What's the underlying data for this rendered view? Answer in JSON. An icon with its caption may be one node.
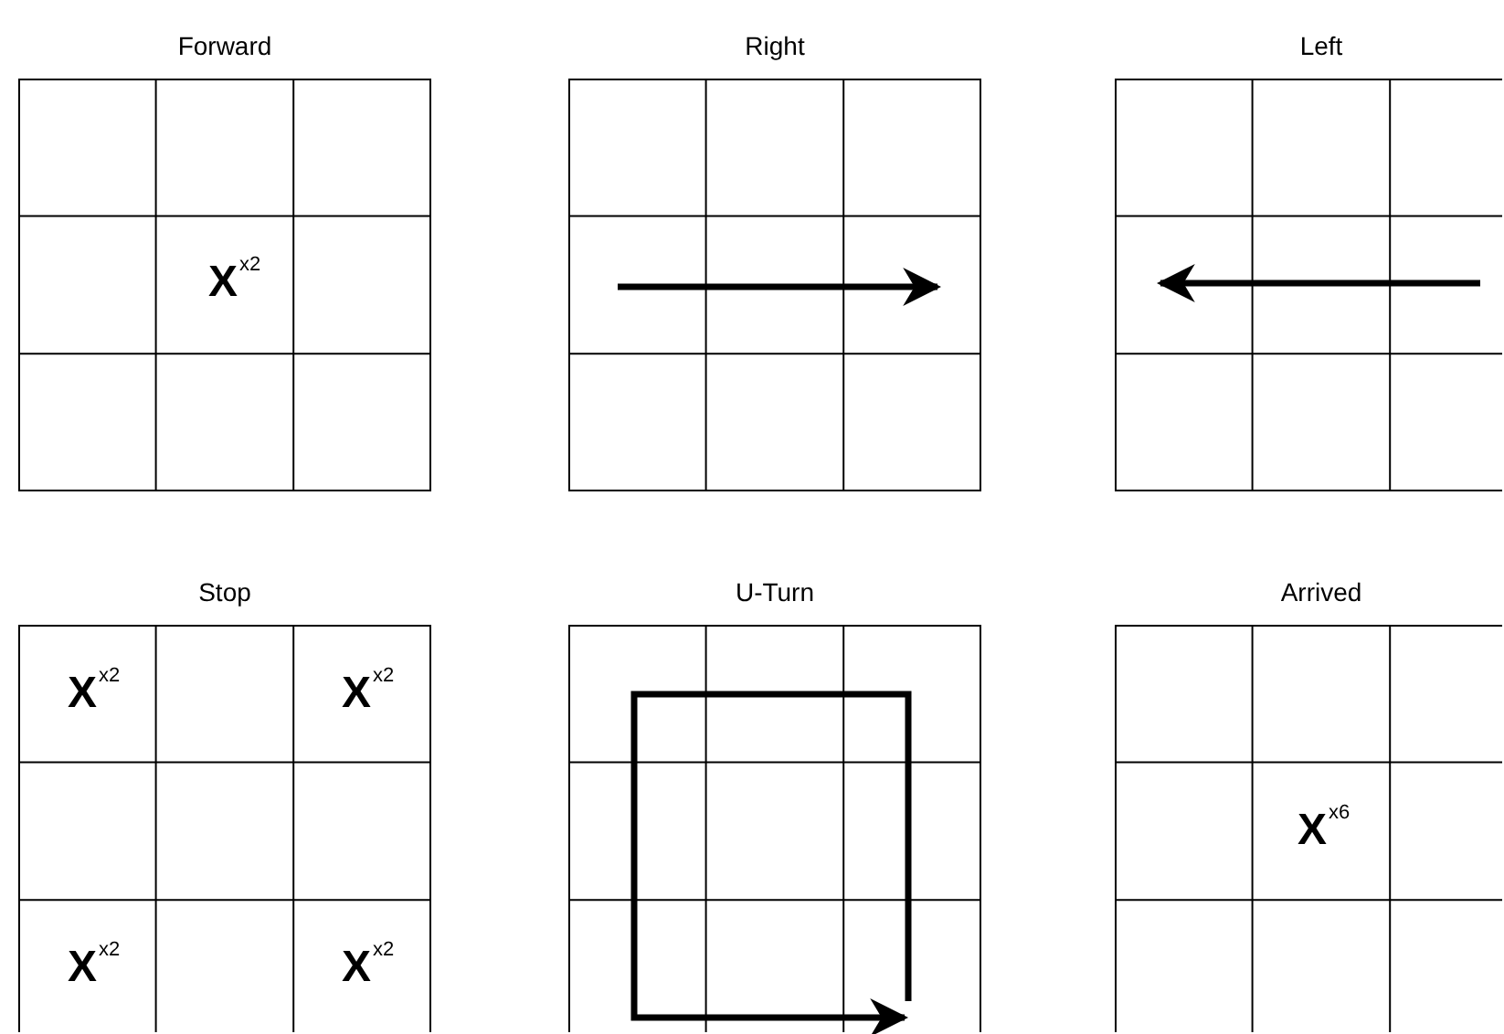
{
  "diagram": {
    "nodes": [
      {
        "text": [
          "Forward"
        ]
      },
      {
        "text": [
          "Right"
        ]
      },
      {
        "text": [
          "Left"
        ]
      },
      {
        "text": [
          "Stop"
        ]
      },
      {
        "text": [
          "U-Turn"
        ]
      },
      {
        "text": [
          "Arrived"
        ]
      }
    ],
    "labels": [
      "X$^{x2}$",
      "X$^{x2}$",
      "X$^{x2}$",
      "X$^{x2}$",
      "X$^{x2}$",
      "X$^{x6}$"
    ]
  }
}
